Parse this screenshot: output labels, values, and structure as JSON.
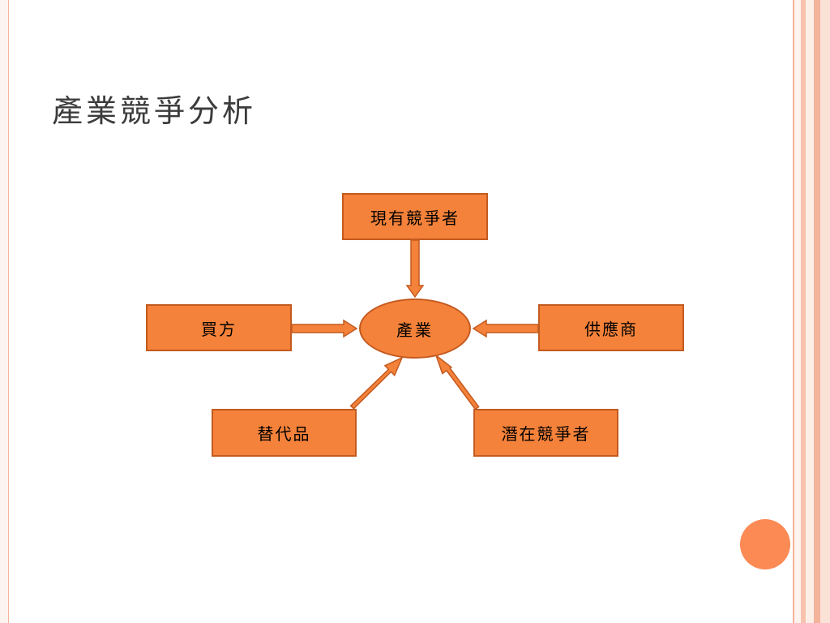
{
  "slide": {
    "title": "產業競爭分析"
  },
  "diagram": {
    "center": "產業",
    "top": "現有競爭者",
    "left": "買方",
    "right": "供應商",
    "bottom_left": "替代品",
    "bottom_right": "潛在競爭者"
  },
  "colors": {
    "box_fill": "#f5823a",
    "box_border": "#c35a1f",
    "accent_circle": "#fb8a54",
    "frame_stripe": "#f4b39b"
  }
}
